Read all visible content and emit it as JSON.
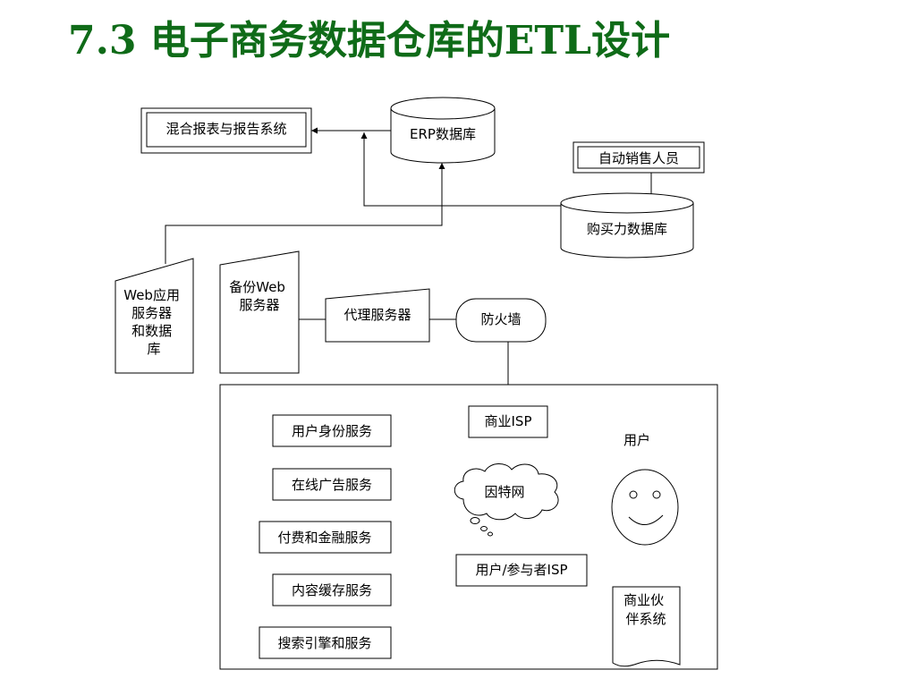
{
  "title": "7.3  电子商务数据仓库的ETL设计",
  "nodes": {
    "mixed_report": "混合报表与报告系统",
    "erp_db": "ERP数据库",
    "auto_sales": "自动销售人员",
    "purchase_db": "购买力数据库",
    "web_app_server": [
      "Web应用",
      "服务器",
      "和数据",
      "库"
    ],
    "backup_web": [
      "备份Web",
      "服务器"
    ],
    "proxy_server": "代理服务器",
    "firewall": "防火墙",
    "commercial_isp": "商业ISP",
    "user_auth": "用户身份服务",
    "online_ads": "在线广告服务",
    "payment": "付费和金融服务",
    "content_cache": "内容缓存服务",
    "search_engine": "搜索引擎和服务",
    "internet": "因特网",
    "user_isp": "用户/参与者ISP",
    "user": "用户",
    "partner_system": [
      "商业伙",
      "伴系统"
    ]
  }
}
